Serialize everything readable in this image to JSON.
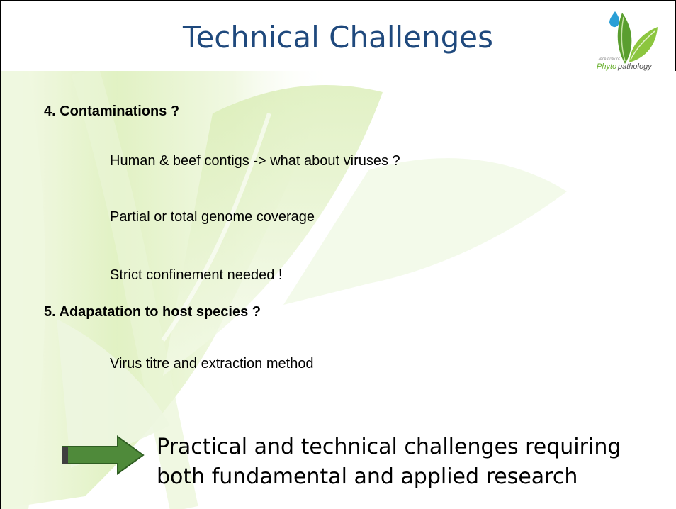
{
  "slide": {
    "title": "Technical Challenges",
    "logo": {
      "top_text": "LABORATORY OF",
      "name_part1": "Phyto",
      "name_part2": "pathology"
    },
    "sections": [
      {
        "heading": "4. Contaminations ?",
        "items": [
          "Human & beef contigs -> what about viruses ?",
          "Partial or total genome coverage",
          "Strict confinement needed !"
        ]
      },
      {
        "heading": "5. Adapatation to host species ?",
        "items": [
          "Virus titre and extraction method"
        ]
      }
    ],
    "conclusion": {
      "line1": "Practical and technical challenges requiring",
      "line2": "both fundamental and applied research"
    }
  },
  "colors": {
    "title": "#1f497d",
    "arrow_fill": "#4f8a3a",
    "leaf_green": "#d9ecb4"
  }
}
